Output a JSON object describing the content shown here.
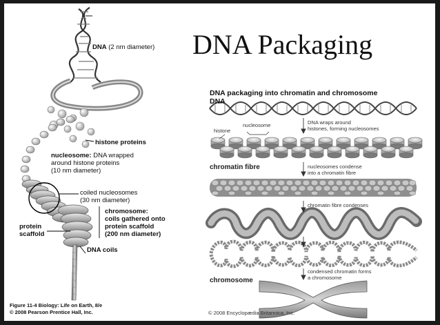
{
  "slide": {
    "title": "DNA Packaging"
  },
  "left_figure": {
    "dna": "DNA",
    "dna_detail": " (2 nm diameter)",
    "histone_proteins": "histone proteins",
    "nucleosome": "nucleosome:",
    "nucleosome_detail_1": " DNA wrapped",
    "nucleosome_detail_2": "around histone proteins",
    "nucleosome_detail_3": "(10 nm diameter)",
    "coiled_1": "coiled nucleosomes",
    "coiled_2": "(30 nm diameter)",
    "chromosome": "chromosome:",
    "chromosome_detail_1": "coils gathered onto",
    "chromosome_detail_2": "protein scaffold",
    "chromosome_detail_3": "(200 nm diameter)",
    "protein_scaffold_1": "protein",
    "protein_scaffold_2": "scaffold",
    "dna_coils": "DNA coils",
    "caption_1": "Figure 11-4 Biology: Life on Earth, 8/e",
    "caption_2": "© 2008 Pearson Prentice Hall, Inc."
  },
  "right_figure": {
    "heading": "DNA packaging into chromatin and chromosome",
    "dna_label": "DNA",
    "histone": "histone",
    "nucleosome": "nucleosome",
    "step1_1": "DNA wraps around",
    "step1_2": "histones, forming nucleosomes",
    "chromatin_fibre": "chromatin fibre",
    "step2_1": "nucleosomes condense",
    "step2_2": "into a chromatin fibre",
    "step3": "chromatin fibre condenses",
    "step4_1": "condensed chromatin forms",
    "step4_2": "a chromosome",
    "chromosome": "chromosome",
    "credit": "© 2008 Encyclopædia Britannica, Inc."
  }
}
